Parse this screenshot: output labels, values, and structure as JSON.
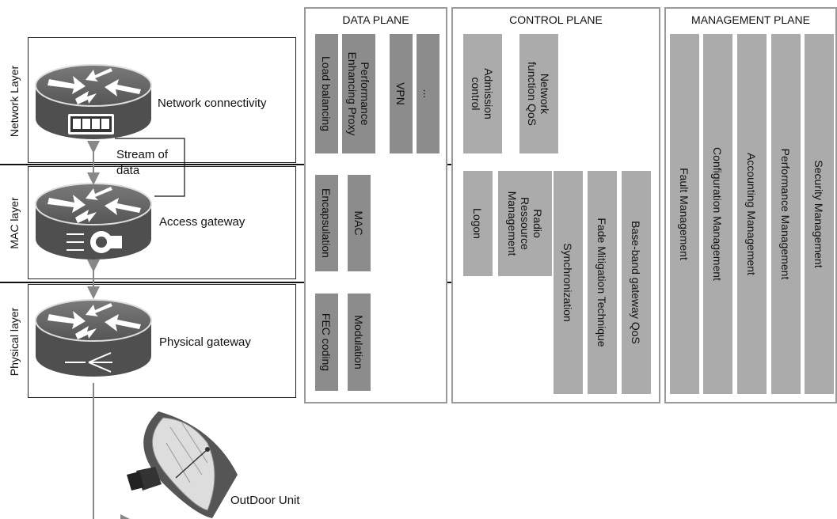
{
  "layers": {
    "network": "Network Layer",
    "mac": "MAC layer",
    "physical": "Physical layer"
  },
  "devices": {
    "network_connectivity": "Network connectivity",
    "access_gateway": "Access gateway",
    "physical_gateway": "Physical gateway",
    "stream_of_data": "Stream of\ndata",
    "outdoor_unit": "OutDoor Unit"
  },
  "planes": {
    "data": {
      "title": "DATA PLANE",
      "network": [
        "Load balancing",
        "Performance\nEnhancing Proxy",
        "VPN",
        "..."
      ],
      "mac": [
        "Encapsulation",
        "MAC"
      ],
      "physical": [
        "FEC coding",
        "Modulation"
      ]
    },
    "control": {
      "title": "CONTROL PLANE",
      "network": [
        "Admission\ncontrol",
        "Network\nfunction QoS"
      ],
      "mac": [
        "Logon",
        "Radio\nRessource\nManagement"
      ],
      "spanning": [
        "Synchronization",
        "Fade Mitigation Technique",
        "Base-band gateway QoS"
      ]
    },
    "management": {
      "title": "MANAGEMENT PLANE",
      "items": [
        "Fault Management",
        "Configuration Management",
        "Accounting Management",
        "Performance Management",
        "Security Management"
      ]
    }
  },
  "colors": {
    "block_dark": "#8c8c8c",
    "block_light": "#ababab",
    "plane_border": "#9a9a9a",
    "router_fill": "#5a5a5a"
  }
}
